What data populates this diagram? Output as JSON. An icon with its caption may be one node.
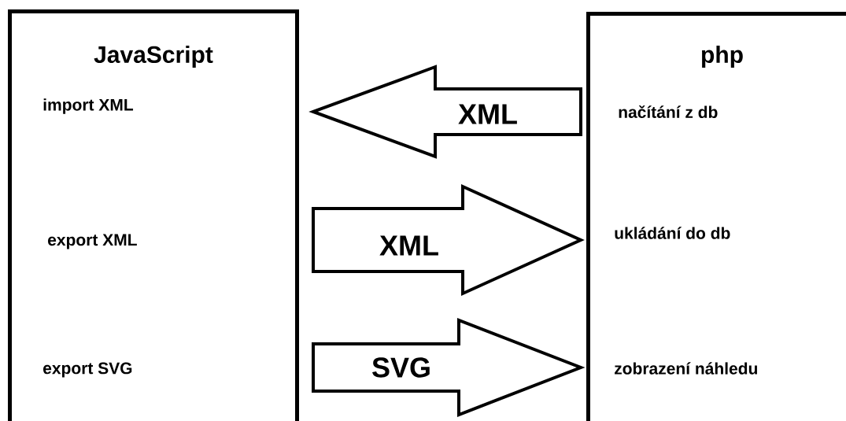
{
  "diagram": {
    "nodes": [
      {
        "text": [
          "JavaScript",
          "import XML",
          "export XML",
          "export SVG"
        ]
      },
      {
        "text": [
          "php",
          "načítání z db",
          "ukládání do db",
          "zobrazení náhledu"
        ]
      }
    ],
    "edges": [
      {
        "from": 1,
        "to": 0,
        "label": "XML",
        "arrow": "to"
      },
      {
        "from": 0,
        "to": 1,
        "label": "XML",
        "arrow": "to"
      },
      {
        "from": 0,
        "to": 1,
        "label": "SVG",
        "arrow": "to"
      }
    ]
  }
}
